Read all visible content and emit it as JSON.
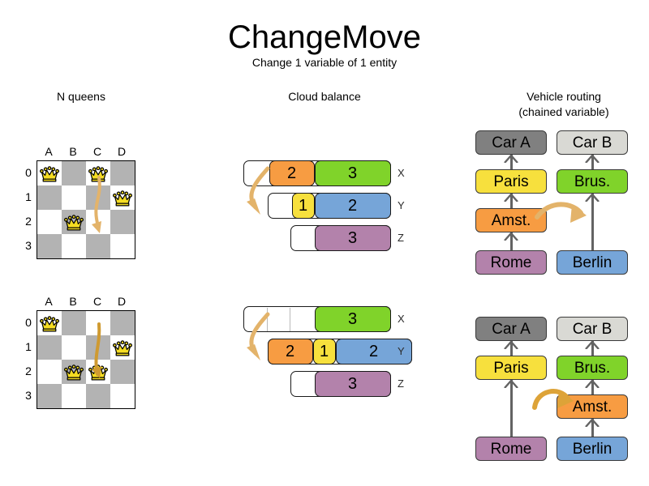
{
  "header": {
    "title": "ChangeMove",
    "subtitle": "Change 1 variable of 1 entity"
  },
  "sections": {
    "queens": {
      "heading": "N queens"
    },
    "cloud": {
      "heading": "Cloud balance"
    },
    "vrp": {
      "heading_line1": "Vehicle routing",
      "heading_line2": "(chained variable)"
    }
  },
  "colors": {
    "orange": "#f79c42",
    "green": "#80d32a",
    "yellow": "#f7e03d",
    "blue": "#76a5d8",
    "purple": "#b382ab",
    "car_a_gray": "#808080",
    "car_b_gray": "#d9d9d4",
    "board_dark": "#b3b3b3",
    "board_light": "#ffffff",
    "arrow_gold": "#e3b36a",
    "queen_gold": "#f5dd22",
    "chain_gray": "#636363"
  },
  "queens": {
    "files": [
      "A",
      "B",
      "C",
      "D"
    ],
    "ranks": [
      "0",
      "1",
      "2",
      "3"
    ],
    "before": {
      "queens": [
        {
          "file": "A",
          "rank": "0"
        },
        {
          "file": "C",
          "rank": "0"
        },
        {
          "file": "D",
          "rank": "1"
        },
        {
          "file": "B",
          "rank": "2"
        }
      ],
      "move": {
        "from_file": "C",
        "from_rank": "0",
        "to_file": "C",
        "to_rank": "2"
      }
    },
    "after": {
      "queens": [
        {
          "file": "A",
          "rank": "0"
        },
        {
          "file": "D",
          "rank": "1"
        },
        {
          "file": "B",
          "rank": "2"
        },
        {
          "file": "C",
          "rank": "2"
        }
      ],
      "move": {
        "from_file": "C",
        "from_rank": "0",
        "to_file": "C",
        "to_rank": "2"
      }
    }
  },
  "cloud": {
    "before": {
      "rows": [
        {
          "label": "X",
          "segments": [
            {
              "value": "2",
              "color": "orange"
            },
            {
              "value": "3",
              "color": "green"
            }
          ]
        },
        {
          "label": "Y",
          "segments": [
            {
              "value": "1",
              "color": "yellow"
            },
            {
              "value": "2",
              "color": "blue"
            }
          ]
        },
        {
          "label": "Z",
          "segments": [
            {
              "value": "3",
              "color": "purple"
            }
          ]
        }
      ]
    },
    "after": {
      "rows": [
        {
          "label": "X",
          "segments": [
            {
              "value": "3",
              "color": "green"
            }
          ]
        },
        {
          "label": "Y",
          "segments": [
            {
              "value": "2",
              "color": "orange"
            },
            {
              "value": "1",
              "color": "yellow"
            },
            {
              "value": "2",
              "color": "blue"
            }
          ]
        },
        {
          "label": "Z",
          "segments": [
            {
              "value": "3",
              "color": "purple"
            }
          ]
        }
      ]
    },
    "moved_process": "2"
  },
  "vrp": {
    "before": {
      "chain_a": [
        "Car A",
        "Paris",
        "Amst.",
        "Rome"
      ],
      "chain_b": [
        "Car B",
        "Brus.",
        "Berlin"
      ]
    },
    "after": {
      "chain_a": [
        "Car A",
        "Paris",
        "Rome"
      ],
      "chain_b": [
        "Car B",
        "Brus.",
        "Amst.",
        "Berlin"
      ]
    },
    "labels": {
      "car_a": "Car A",
      "car_b": "Car B",
      "paris": "Paris",
      "brussels": "Brus.",
      "amsterdam": "Amst.",
      "rome": "Rome",
      "berlin": "Berlin"
    },
    "moved_entity": "Amst."
  }
}
